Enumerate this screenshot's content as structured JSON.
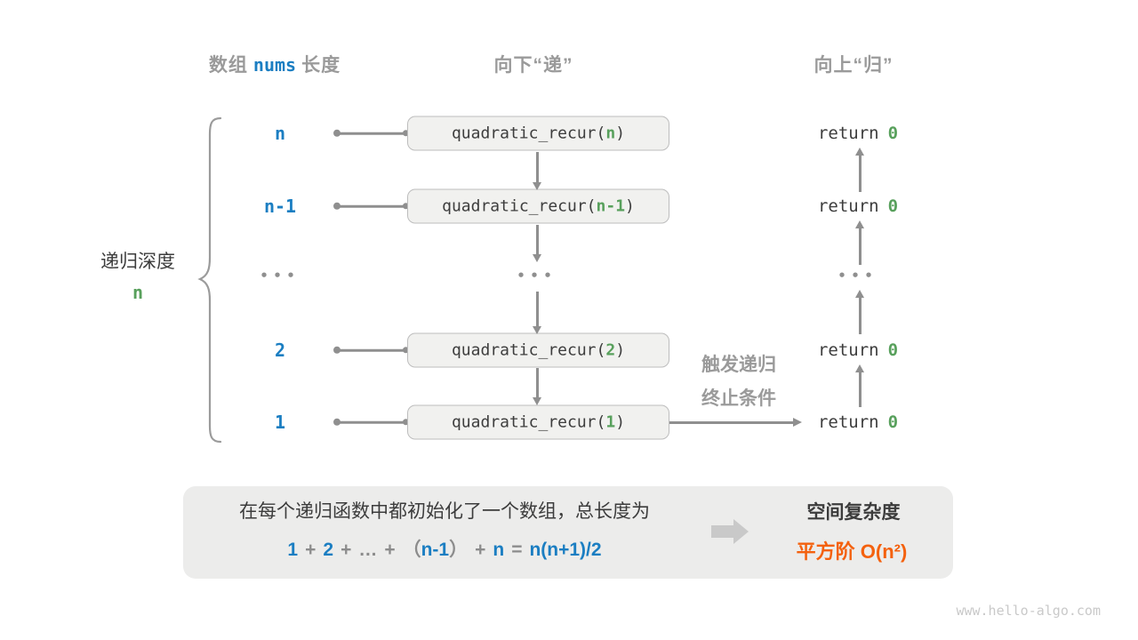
{
  "headers": {
    "col1_prefix": "数组",
    "col1_code": "nums",
    "col1_suffix": "长度",
    "col2": "向下“递”",
    "col3": "向上“归”"
  },
  "left_brace": {
    "label": "递归深度",
    "var": "n"
  },
  "rows": [
    {
      "label": "n",
      "param": "n"
    },
    {
      "label": "n-1",
      "param": "n-1"
    },
    {
      "label": "2",
      "param": "2"
    },
    {
      "label": "1",
      "param": "1"
    }
  ],
  "ellipsis": "•••",
  "call": {
    "prefix": "quadratic_recur(",
    "suffix": ")"
  },
  "return": {
    "keyword": "return",
    "value": "0"
  },
  "trigger": {
    "line1": "触发递归",
    "line2": "终止条件"
  },
  "panel": {
    "line1": "在每个递归函数中都初始化了一个数组，总长度为",
    "formula": [
      {
        "t": "1"
      },
      {
        "t": "+"
      },
      {
        "t": "2"
      },
      {
        "t": "+"
      },
      {
        "t": "…"
      },
      {
        "t": "+"
      },
      {
        "t": "（"
      },
      {
        "t": "n-1"
      },
      {
        "t": "）"
      },
      {
        "t": "+"
      },
      {
        "t": "n"
      },
      {
        "t": "="
      },
      {
        "t": "n(n+1)/2"
      }
    ],
    "result_title": "空间复杂度",
    "result_value": "平方阶 O(n²)"
  },
  "watermark": "www.hello-algo.com",
  "colors": {
    "blue": "#1b7ec2",
    "green": "#58a05c",
    "orange": "#f4610e",
    "gray_text": "#9a9a9a",
    "dark_text": "#3d3d3d",
    "box_bg": "#f1f1ef",
    "panel_bg": "#ececeb"
  }
}
